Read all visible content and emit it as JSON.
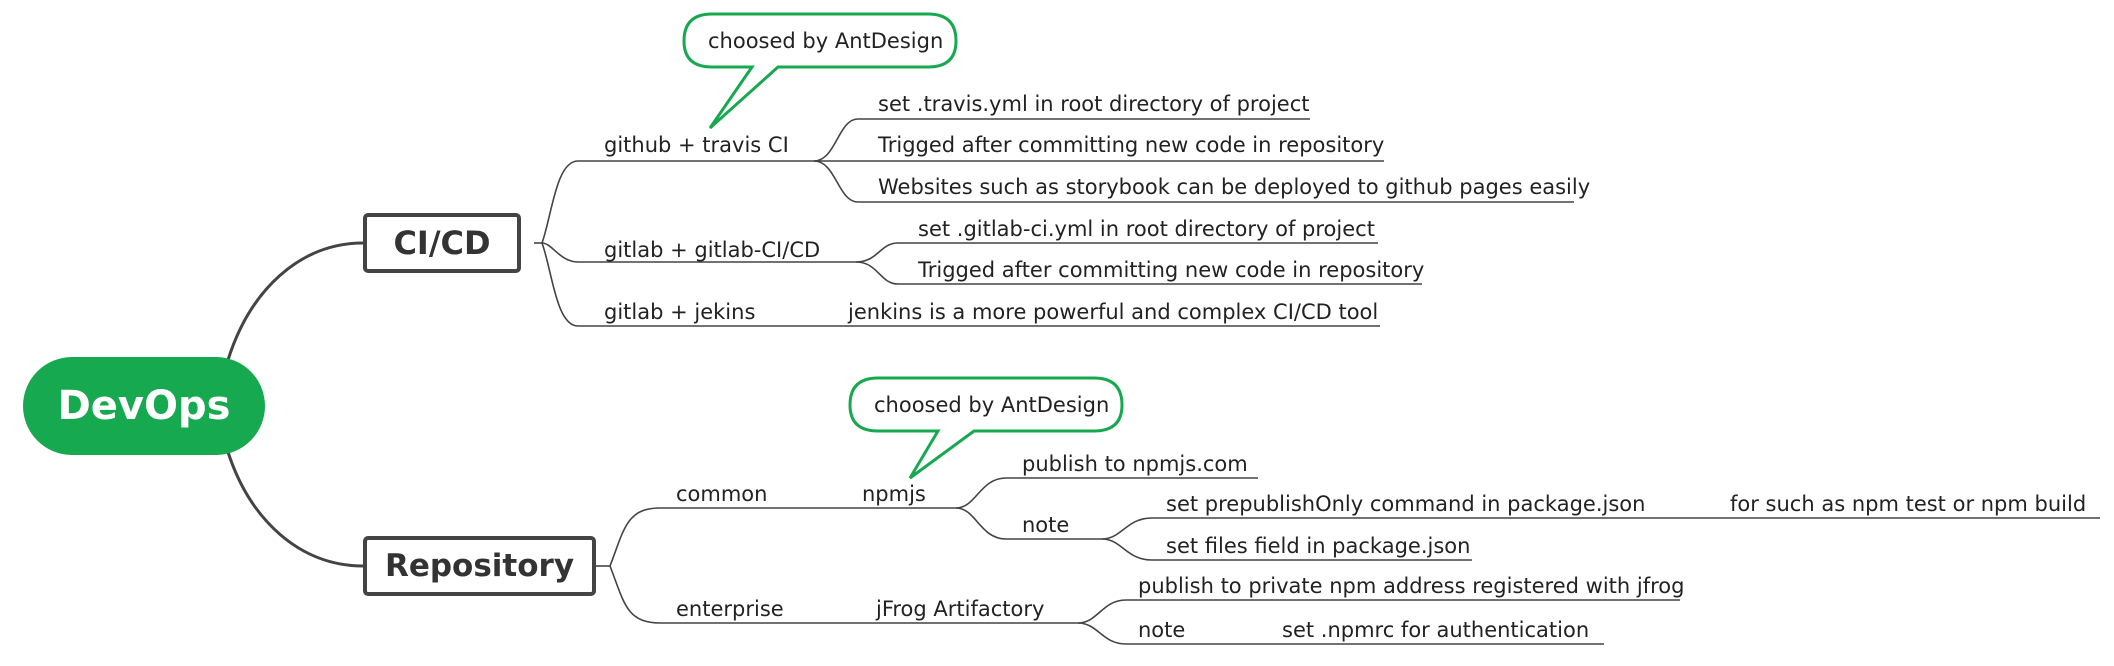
{
  "root": {
    "label": "DevOps"
  },
  "cicd": {
    "label": "CI/CD",
    "github": {
      "label": "github + travis CI",
      "callout": "choosed by AntDesign",
      "notes": [
        "set .travis.yml in root directory of project",
        "Trigged after committing new code in repository",
        "Websites such as storybook can be deployed to github pages easily"
      ]
    },
    "gitlab_ci": {
      "label": "gitlab + gitlab-CI/CD",
      "notes": [
        "set .gitlab-ci.yml in root directory of project",
        "Trigged after committing new code in repository"
      ]
    },
    "jenkins": {
      "label": "gitlab + jekins",
      "note": "jenkins is a more powerful and complex CI/CD tool"
    }
  },
  "repository": {
    "label": "Repository",
    "common": {
      "label": "common",
      "npmjs": {
        "label": "npmjs",
        "callout": "choosed by AntDesign",
        "publish": "publish to npmjs.com",
        "note": {
          "label": "note",
          "prepublish": "set  prepublishOnly command in package.json",
          "prepublish_detail": "for such as npm test or npm build",
          "files": "set files field in package.json"
        }
      }
    },
    "enterprise": {
      "label": "enterprise",
      "jfrog": {
        "label": "jFrog Artifactory",
        "publish": "publish to private npm address registered with jfrog",
        "note": "note",
        "npmrc": "set .npmrc for authentication"
      }
    }
  },
  "colors": {
    "root": "#17a94f",
    "callout_border": "#17a94f",
    "line": "#444444"
  }
}
